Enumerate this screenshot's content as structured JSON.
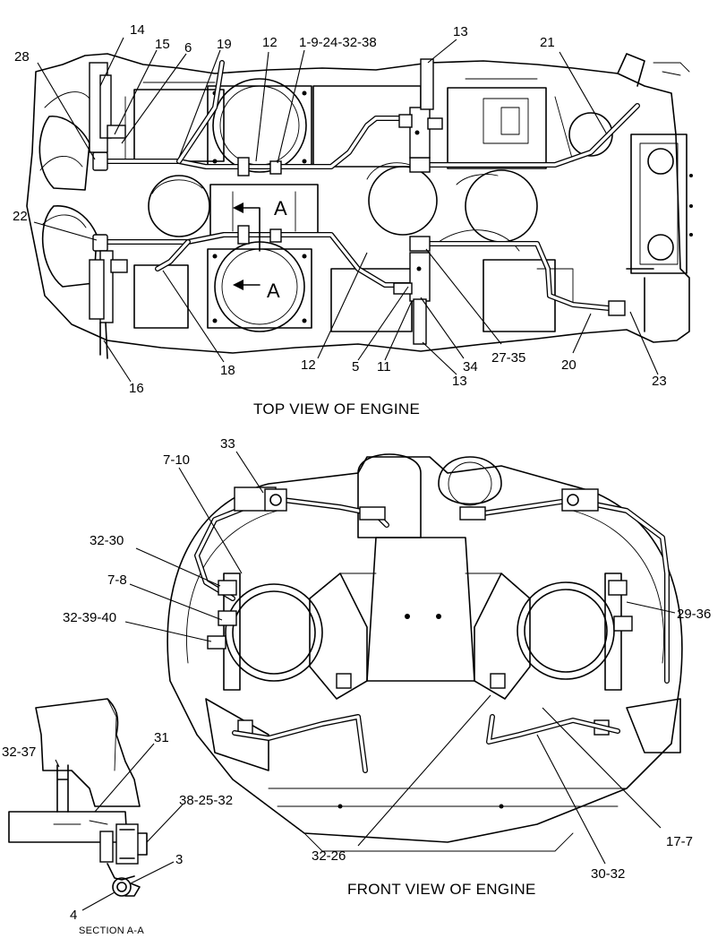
{
  "titles": {
    "top_view": "TOP VIEW OF ENGINE",
    "front_view": "FRONT VIEW OF ENGINE",
    "section": "SECTION A-A"
  },
  "section_marker": "A",
  "callouts": {
    "top": [
      "14",
      "15",
      "6",
      "19",
      "12",
      "1-9-24-32-38",
      "13",
      "21",
      "28",
      "22",
      "16",
      "18",
      "12",
      "5",
      "11",
      "34",
      "13",
      "27-35",
      "20",
      "23"
    ],
    "front": [
      "33",
      "7-10",
      "32-30",
      "7-8",
      "32-39-40",
      "29-36",
      "32-26",
      "30-32",
      "17-7"
    ],
    "section": [
      "32-37",
      "31",
      "38-25-32",
      "3",
      "4"
    ]
  }
}
